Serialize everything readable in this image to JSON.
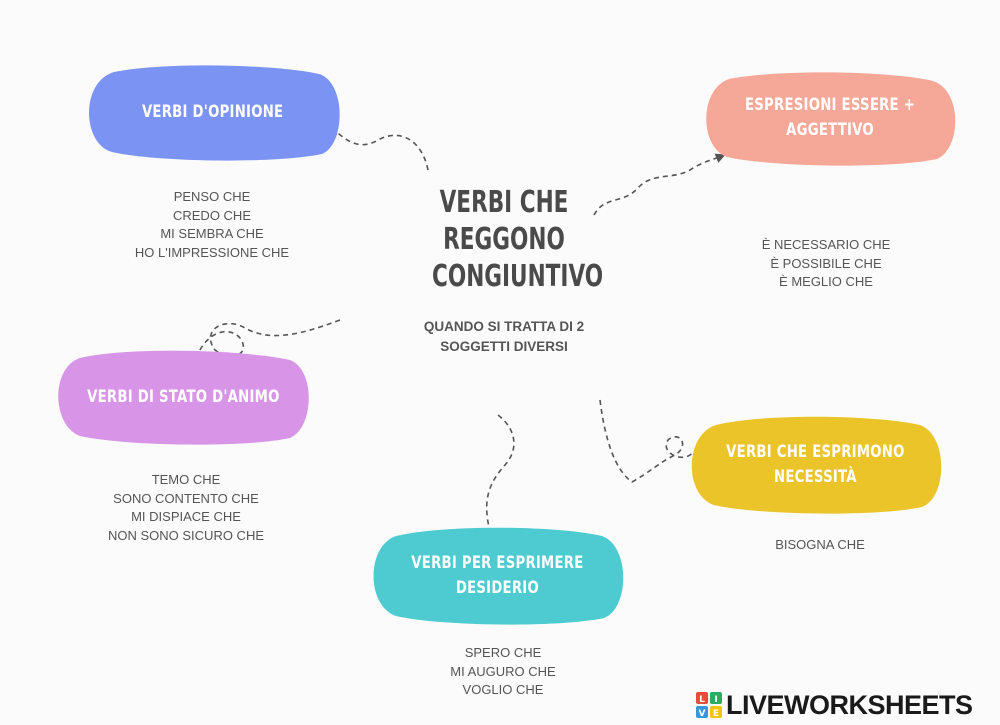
{
  "center": {
    "title_lines": [
      "VERBI CHE",
      "REGGONO",
      "CONGIUNTIVO"
    ],
    "subtitle_lines": [
      "QUANDO SI TRATTA DI 2",
      "SOGGETTI DIVERSI"
    ]
  },
  "nodes": [
    {
      "id": "opinione",
      "label_lines": [
        "VERBI D'OPINIONE"
      ],
      "color": "#7b93f3",
      "examples": [
        "PENSO CHE",
        "CREDO CHE",
        "MI SEMBRA CHE",
        "HO L'IMPRESSIONE CHE"
      ]
    },
    {
      "id": "essere-aggettivo",
      "label_lines": [
        "ESPRESIONI ESSERE +",
        "AGGETTIVO"
      ],
      "color": "#f5a898",
      "examples": [
        "È NECESSARIO CHE",
        "È POSSIBILE CHE",
        "È MEGLIO CHE"
      ]
    },
    {
      "id": "stato-animo",
      "label_lines": [
        "VERBI DI STATO D'ANIMO"
      ],
      "color": "#d895e8",
      "examples": [
        "TEMO CHE",
        "SONO CONTENTO CHE",
        "MI DISPIACE CHE",
        "NON SONO SICURO CHE"
      ]
    },
    {
      "id": "necessita",
      "label_lines": [
        "VERBI CHE ESPRIMONO",
        "NECESSITÀ"
      ],
      "color": "#ebc42a",
      "examples": [
        "BISOGNA CHE"
      ]
    },
    {
      "id": "desiderio",
      "label_lines": [
        "VERBI PER ESPRIMERE",
        "DESIDERIO"
      ],
      "color": "#4ecbd0",
      "examples": [
        "SPERO CHE",
        "MI AUGURO CHE",
        "VOGLIO CHE"
      ]
    }
  ],
  "logo": {
    "text": "LIVEWORKSHEETS",
    "tile_letters": [
      "L",
      "I",
      "V",
      "E"
    ],
    "tile_colors": [
      "#e74c3c",
      "#27ae60",
      "#3498db",
      "#f1c40f"
    ]
  },
  "connector_color": "#555555"
}
